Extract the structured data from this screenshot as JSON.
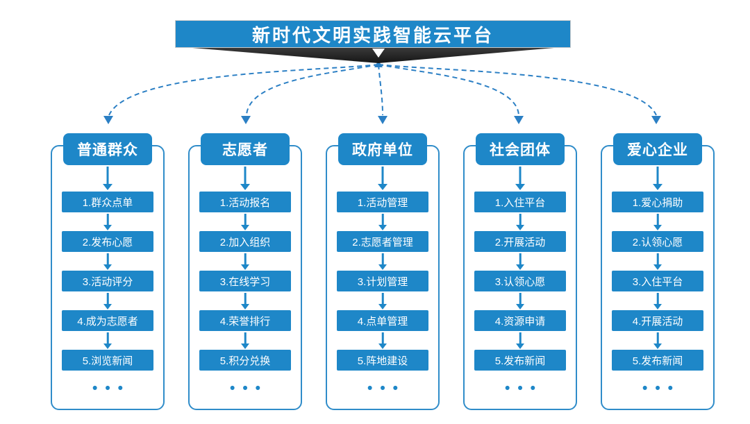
{
  "title": "新时代文明实践智能云平台",
  "more_indicator": "•••",
  "colors": {
    "primary": "#1e87c8",
    "connector": "#2b7fc4",
    "card_border": "#2f8cc9",
    "ribbon": "#2e2e2e",
    "background": "#ffffff"
  },
  "columns": [
    {
      "title": "普通群众",
      "steps": [
        "1.群众点单",
        "2.发布心愿",
        "3.活动评分",
        "4.成为志愿者",
        "5.浏览新闻"
      ]
    },
    {
      "title": "志愿者",
      "steps": [
        "1.活动报名",
        "2.加入组织",
        "3.在线学习",
        "4.荣誉排行",
        "5.积分兑换"
      ]
    },
    {
      "title": "政府单位",
      "steps": [
        "1.活动管理",
        "2.志愿者管理",
        "3.计划管理",
        "4.点单管理",
        "5.阵地建设"
      ]
    },
    {
      "title": "社会团体",
      "steps": [
        "1.入住平台",
        "2.开展活动",
        "3.认领心愿",
        "4.资源申请",
        "5.发布新闻"
      ]
    },
    {
      "title": "爱心企业",
      "steps": [
        "1.爱心捐助",
        "2.认领心愿",
        "3.入住平台",
        "4.开展活动",
        "5.发布新闻"
      ]
    }
  ]
}
